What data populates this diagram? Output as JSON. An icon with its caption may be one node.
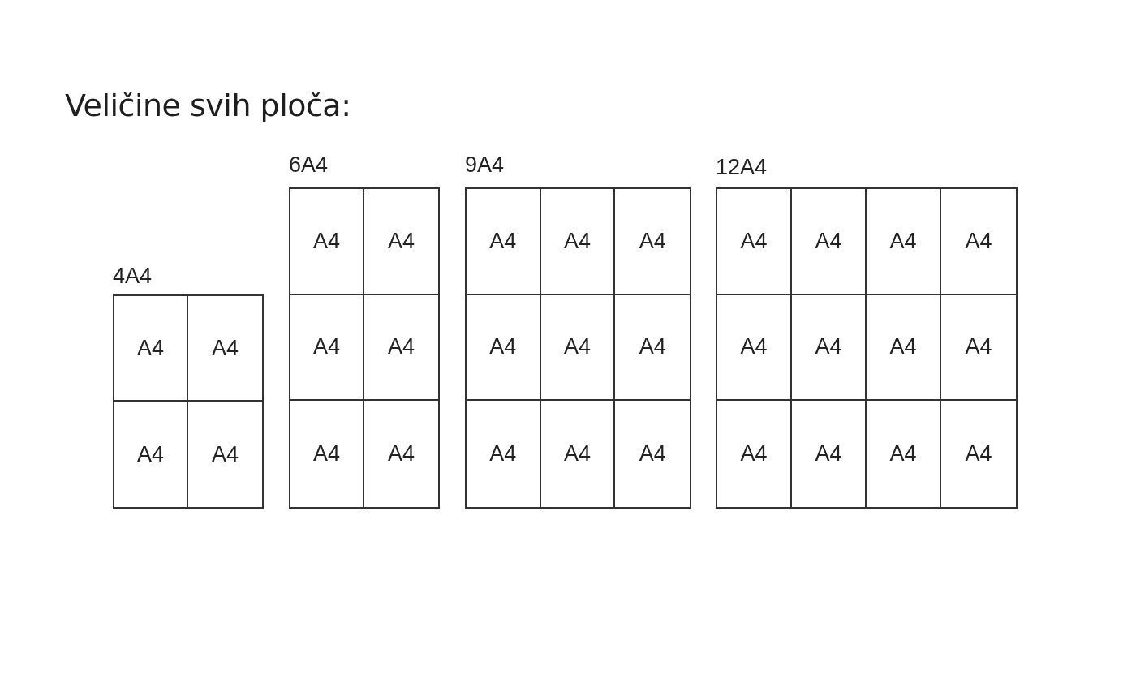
{
  "diagram": {
    "title": "Veličine svih ploča:",
    "nodes": [
      {
        "text": [
          "4A4"
        ]
      },
      {
        "text": [
          "A4"
        ],
        "in": 0
      },
      {
        "text": [
          "A4"
        ],
        "in": 0
      },
      {
        "text": [
          "A4"
        ],
        "in": 0
      },
      {
        "text": [
          "A4"
        ],
        "in": 0
      },
      {
        "text": [
          "6A4"
        ]
      },
      {
        "text": [
          "A4"
        ],
        "in": 5
      },
      {
        "text": [
          "A4"
        ],
        "in": 5
      },
      {
        "text": [
          "A4"
        ],
        "in": 5
      },
      {
        "text": [
          "A4"
        ],
        "in": 5
      },
      {
        "text": [
          "A4"
        ],
        "in": 5
      },
      {
        "text": [
          "A4"
        ],
        "in": 5
      },
      {
        "text": [
          "9A4"
        ]
      },
      {
        "text": [
          "A4"
        ],
        "in": 12
      },
      {
        "text": [
          "A4"
        ],
        "in": 12
      },
      {
        "text": [
          "A4"
        ],
        "in": 12
      },
      {
        "text": [
          "A4"
        ],
        "in": 12
      },
      {
        "text": [
          "A4"
        ],
        "in": 12
      },
      {
        "text": [
          "A4"
        ],
        "in": 12
      },
      {
        "text": [
          "A4"
        ],
        "in": 12
      },
      {
        "text": [
          "A4"
        ],
        "in": 12
      },
      {
        "text": [
          "A4"
        ],
        "in": 12
      },
      {
        "text": [
          "12A4"
        ]
      },
      {
        "text": [
          "A4"
        ],
        "in": 22
      },
      {
        "text": [
          "A4"
        ],
        "in": 22
      },
      {
        "text": [
          "A4"
        ],
        "in": 22
      },
      {
        "text": [
          "A4"
        ],
        "in": 22
      },
      {
        "text": [
          "A4"
        ],
        "in": 22
      },
      {
        "text": [
          "A4"
        ],
        "in": 22
      },
      {
        "text": [
          "A4"
        ],
        "in": 22
      },
      {
        "text": [
          "A4"
        ],
        "in": 22
      },
      {
        "text": [
          "A4"
        ],
        "in": 22
      },
      {
        "text": [
          "A4"
        ],
        "in": 22
      },
      {
        "text": [
          "A4"
        ],
        "in": 22
      },
      {
        "text": [
          "A4"
        ],
        "in": 22
      }
    ]
  }
}
